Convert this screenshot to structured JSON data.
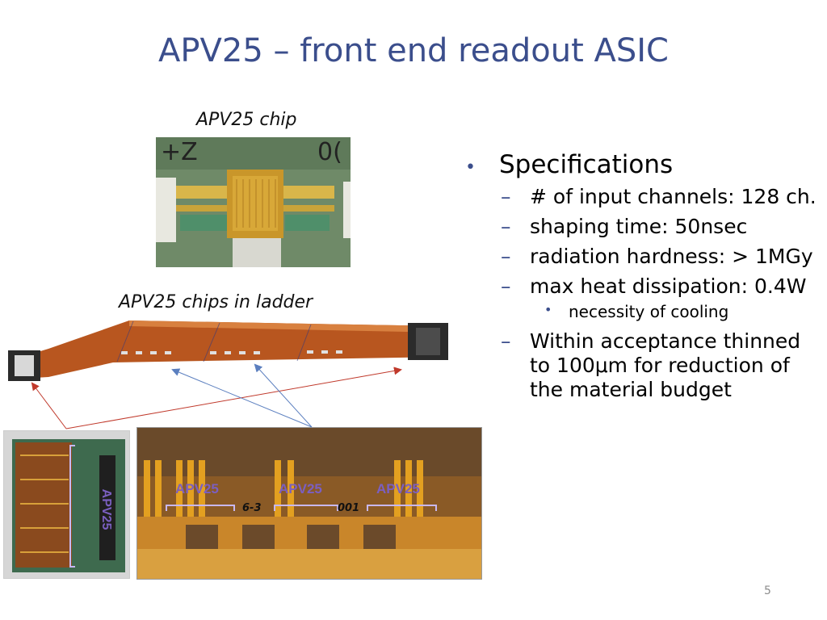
{
  "slide": {
    "title": "APV25 – front end readout ASIC",
    "page_number": "5"
  },
  "captions": {
    "chip": "APV25 chip",
    "ladder": "APV25 chips in ladder"
  },
  "photo_labels": {
    "vertical": "APV25",
    "chips": [
      "APV25",
      "APV25",
      "APV25"
    ],
    "handwritten": [
      "6-3",
      "001"
    ]
  },
  "specs": {
    "heading": "Specifications",
    "items": [
      "# of input channels: 128 ch.",
      "shaping time: 50nsec",
      "radiation hardness: > 1MGy",
      "max heat dissipation: 0.4W"
    ],
    "sub_item": "necessity of cooling",
    "last_item_lines": [
      "Within acceptance thinned",
      "to 100μm for reduction of",
      "the material budget"
    ]
  },
  "colors": {
    "title": "#3b4e8c",
    "bullet": "#3b4e8c",
    "arrow_red": "#c0392b",
    "arrow_blue": "#5b7fbf",
    "flex_cable": "#b8561f",
    "chip_label": "#7b5fc0"
  }
}
